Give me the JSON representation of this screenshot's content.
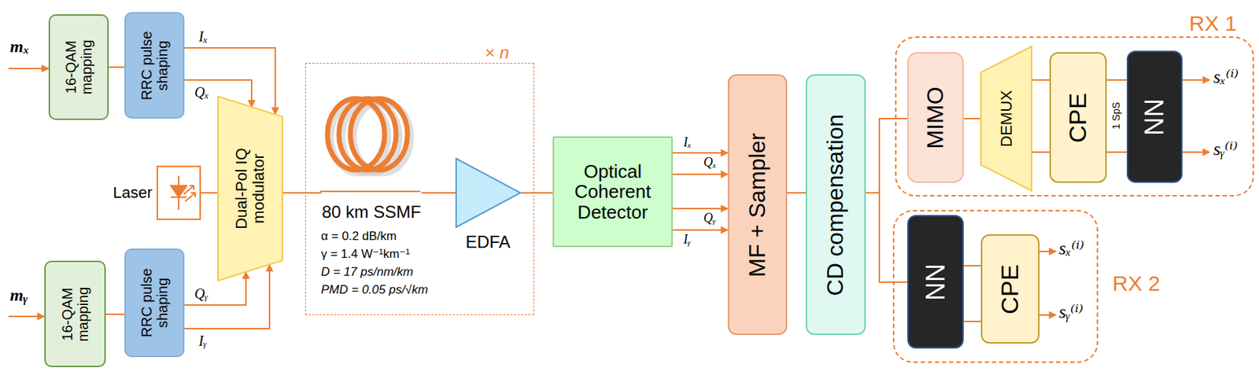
{
  "diagram": {
    "nodes": [
      {
        "text": [
          "16-QAM mapping"
        ]
      },
      {
        "text": [
          "RRC pulse shaping"
        ]
      },
      {
        "text": [
          "Dual-Pol IQ modulator"
        ]
      },
      {
        "text": [
          "16-QAM mapping"
        ]
      },
      {
        "text": [
          "RRC pulse shaping"
        ]
      },
      {
        "text": [
          "Laser"
        ]
      },
      {
        "text": [
          "× n"
        ]
      },
      {
        "text": [
          "80 km SSMF"
        ],
        "in": 6
      },
      {
        "text": [
          "EDFA"
        ],
        "in": 6
      },
      {
        "text": [
          "Optical Coherent Detector"
        ]
      },
      {
        "text": [
          "MF + Sampler"
        ]
      },
      {
        "text": [
          "CD compensation"
        ]
      },
      {
        "text": [
          "RX 1"
        ]
      },
      {
        "text": [
          "MIMO"
        ],
        "in": 12
      },
      {
        "text": [
          "DEMUX"
        ],
        "in": 12
      },
      {
        "text": [
          "CPE"
        ],
        "in": 12
      },
      {
        "text": [
          "NN"
        ],
        "in": 12
      },
      {
        "text": [
          "RX 2"
        ]
      },
      {
        "text": [
          "NN"
        ],
        "in": 17
      },
      {
        "text": [
          "CPE"
        ],
        "in": 17
      }
    ],
    "edges": [
      {
        "from": 0,
        "to": 1,
        "arrow": "none"
      },
      {
        "from": 1,
        "to": 2,
        "arrow": "to",
        "label": "Iₓ"
      },
      {
        "from": 1,
        "to": 2,
        "arrow": "to",
        "label": "Qₓ"
      },
      {
        "from": 3,
        "to": 4,
        "arrow": "none"
      },
      {
        "from": 4,
        "to": 2,
        "arrow": "to",
        "label": "Qᵧ"
      },
      {
        "from": 4,
        "to": 2,
        "arrow": "to",
        "label": "Iᵧ"
      },
      {
        "from": 5,
        "to": 2,
        "arrow": "none"
      },
      {
        "from": 2,
        "to": 7,
        "arrow": "none"
      },
      {
        "from": 7,
        "to": 8,
        "arrow": "none"
      },
      {
        "from": 8,
        "to": 9,
        "arrow": "none"
      },
      {
        "from": 9,
        "to": 10,
        "arrow": "to",
        "label": "Iₓ"
      },
      {
        "from": 9,
        "to": 10,
        "arrow": "to",
        "label": "Qₓ"
      },
      {
        "from": 9,
        "to": 10,
        "arrow": "to",
        "label": "Qᵧ"
      },
      {
        "from": 9,
        "to": 10,
        "arrow": "to",
        "label": "Iᵧ"
      },
      {
        "from": 10,
        "to": 11,
        "arrow": "none"
      },
      {
        "from": 11,
        "to": 13,
        "arrow": "none"
      },
      {
        "from": 11,
        "to": 18,
        "arrow": "none"
      },
      {
        "from": 13,
        "to": 14,
        "arrow": "none"
      },
      {
        "from": 14,
        "to": 15,
        "arrow": "none"
      },
      {
        "from": 14,
        "to": 15,
        "arrow": "none"
      },
      {
        "from": 15,
        "to": 16,
        "arrow": "none"
      },
      {
        "from": 15,
        "to": 16,
        "arrow": "none"
      },
      {
        "from": 18,
        "to": 19,
        "arrow": "none"
      },
      {
        "from": 18,
        "to": 19,
        "arrow": "none"
      }
    ],
    "labels": [
      "mₓ",
      "mᵧ",
      "α = 0.2 dB/km",
      "γ = 1.4 W⁻¹km⁻¹",
      "D = 17 ps/nm/km",
      "PMD = 0.05 ps/√km",
      "1 SpS",
      "sₓ⁽ⁱ⁾",
      "sᵧ⁽ⁱ⁾",
      "sₓ⁽ⁱ⁾",
      "sᵧ⁽ⁱ⁾"
    ]
  }
}
